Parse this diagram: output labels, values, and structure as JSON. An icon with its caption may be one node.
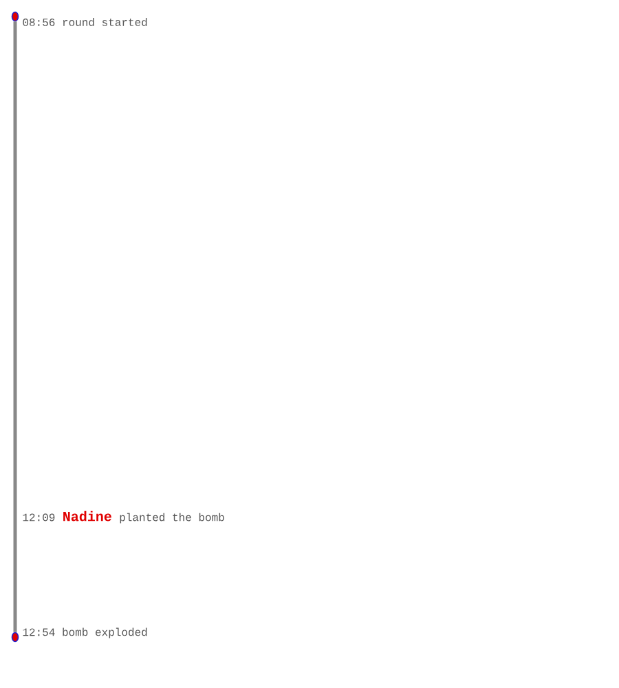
{
  "diagram": {
    "nodes": [
      {
        "text": [],
        "shape": "circle"
      },
      {
        "text": [],
        "shape": "circle"
      }
    ],
    "edges": [
      {
        "from": 0,
        "to": 1,
        "arrow": "none"
      }
    ],
    "labels": [
      "08:56 round started",
      "12:09",
      "Nadine",
      "planted the bomb",
      "12:54 bomb exploded"
    ]
  }
}
